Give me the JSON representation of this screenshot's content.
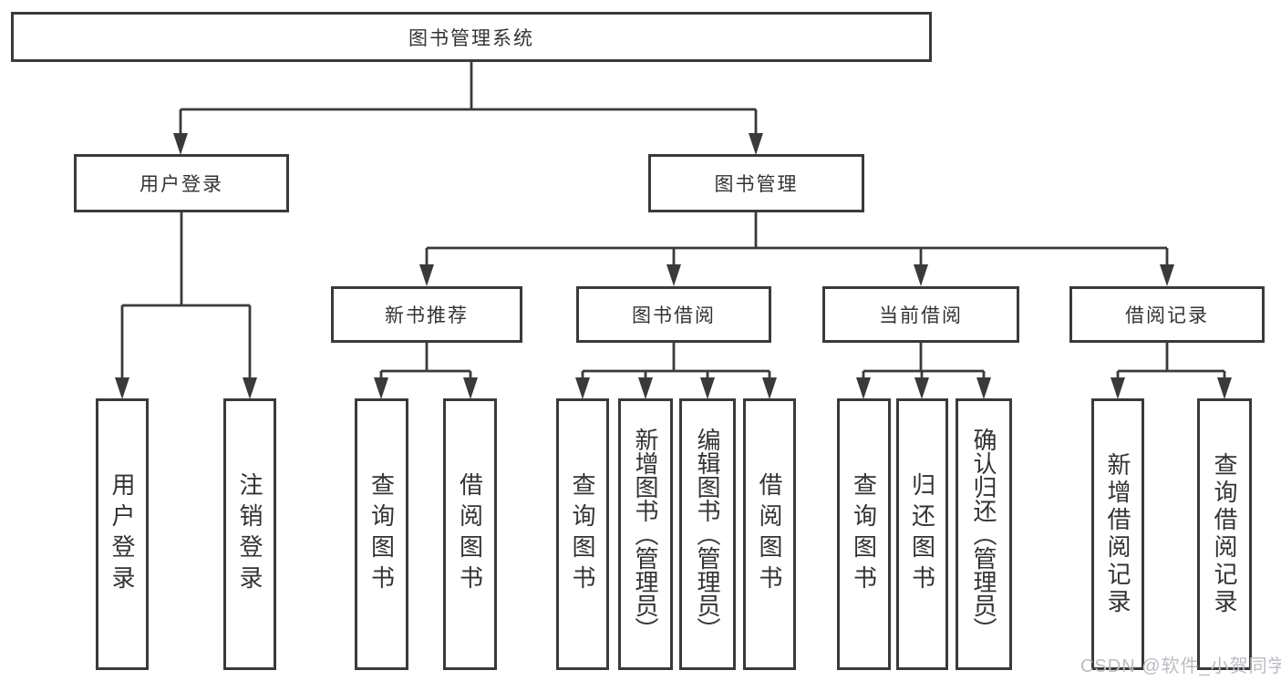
{
  "diagram_title": "图书管理系统",
  "colors": {
    "line": "#3a3a3a",
    "box_border": "#3a3a3a",
    "text": "#333333",
    "background": "#ffffff",
    "watermark": "#b9bdc2"
  },
  "tree": {
    "label": "图书管理系统",
    "children": [
      {
        "label": "用户登录",
        "children": [
          {
            "label": "用户登录"
          },
          {
            "label": "注销登录"
          }
        ]
      },
      {
        "label": "图书管理",
        "children": [
          {
            "label": "新书推荐",
            "children": [
              {
                "label": "查询图书"
              },
              {
                "label": "借阅图书"
              }
            ]
          },
          {
            "label": "图书借阅",
            "children": [
              {
                "label": "查询图书"
              },
              {
                "label": "新增图书（管理员）"
              },
              {
                "label": "编辑图书（管理员）"
              },
              {
                "label": "借阅图书"
              }
            ]
          },
          {
            "label": "当前借阅",
            "children": [
              {
                "label": "查询图书"
              },
              {
                "label": "归还图书"
              },
              {
                "label": "确认归还（管理员）"
              }
            ]
          },
          {
            "label": "借阅记录",
            "children": [
              {
                "label": "新增借阅记录"
              },
              {
                "label": "查询借阅记录"
              }
            ]
          }
        ]
      }
    ]
  },
  "watermark": {
    "text": "CSDN @软件_小贺同学"
  }
}
